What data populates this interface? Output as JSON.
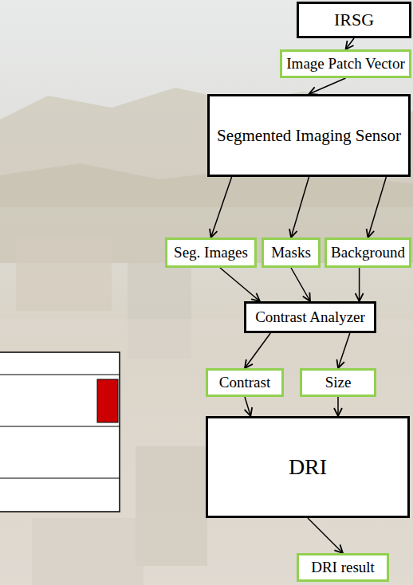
{
  "diagram": {
    "nodes": [
      {
        "text": [
          "IRSG"
        ]
      },
      {
        "text": [
          "Image Patch Vector"
        ]
      },
      {
        "text": [
          "Segmented Imaging Sensor"
        ]
      },
      {
        "text": [
          "Seg. Images"
        ]
      },
      {
        "text": [
          "Masks"
        ]
      },
      {
        "text": [
          "Background"
        ]
      },
      {
        "text": [
          "Contrast Analyzer"
        ]
      },
      {
        "text": [
          "Contrast"
        ]
      },
      {
        "text": [
          "Size"
        ]
      },
      {
        "text": [
          "DRI"
        ]
      },
      {
        "text": [
          "DRI result"
        ]
      }
    ],
    "edges": [
      {
        "from": 0,
        "to": 1,
        "arrow": "to"
      },
      {
        "from": 1,
        "to": 2,
        "arrow": "to"
      },
      {
        "from": 2,
        "to": 3,
        "arrow": "to"
      },
      {
        "from": 2,
        "to": 4,
        "arrow": "to"
      },
      {
        "from": 2,
        "to": 5,
        "arrow": "to"
      },
      {
        "from": 3,
        "to": 6,
        "arrow": "to"
      },
      {
        "from": 4,
        "to": 6,
        "arrow": "to"
      },
      {
        "from": 5,
        "to": 6,
        "arrow": "to"
      },
      {
        "from": 6,
        "to": 7,
        "arrow": "to"
      },
      {
        "from": 6,
        "to": 8,
        "arrow": "to"
      },
      {
        "from": 7,
        "to": 9,
        "arrow": "to"
      },
      {
        "from": 8,
        "to": 9,
        "arrow": "to"
      },
      {
        "from": 9,
        "to": 10,
        "arrow": "to"
      }
    ]
  }
}
